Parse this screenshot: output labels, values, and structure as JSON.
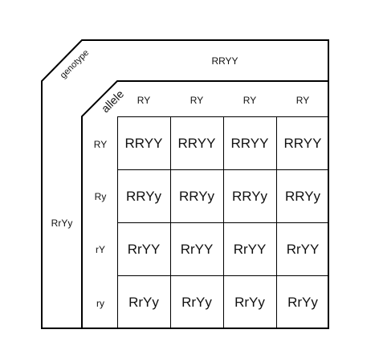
{
  "outer": {
    "corner_label": "genotype",
    "top_genotype": "RRYY",
    "left_genotype": "RrYy"
  },
  "inner": {
    "corner_label": "allele",
    "column_alleles": [
      "RY",
      "RY",
      "RY",
      "RY"
    ],
    "row_alleles": [
      "RY",
      "Ry",
      "rY",
      "ry"
    ]
  },
  "grid": {
    "rows": [
      [
        "RRYY",
        "RRYY",
        "RRYY",
        "RRYY"
      ],
      [
        "RRYy",
        "RRYy",
        "RRYy",
        "RRYy"
      ],
      [
        "RrYY",
        "RrYY",
        "RrYY",
        "RrYY"
      ],
      [
        "RrYy",
        "RrYy",
        "RrYy",
        "RrYy"
      ]
    ]
  }
}
